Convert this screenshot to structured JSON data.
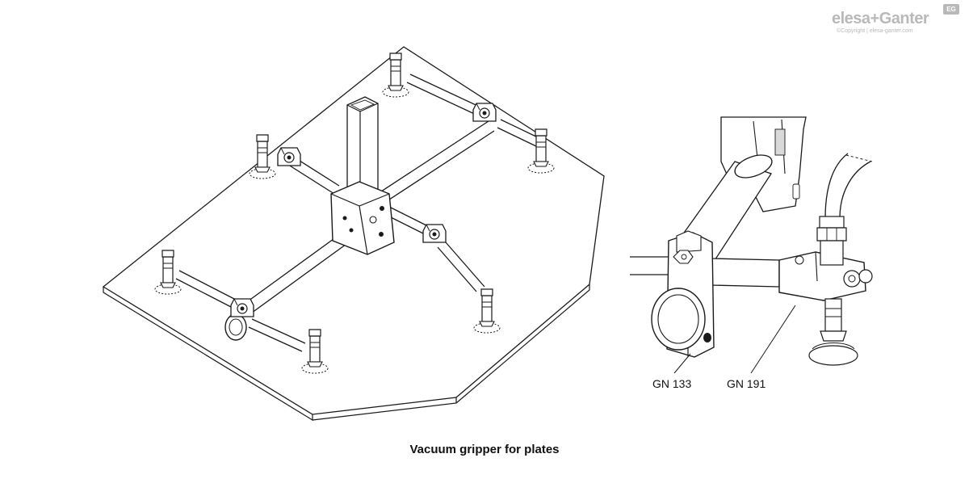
{
  "caption": "Vacuum gripper for plates",
  "brand": {
    "name": "elesa+Ganter",
    "badge": "EG",
    "copyright": "©Copyright | elesa-ganter.com",
    "color": "#b9b9b9"
  },
  "callouts": [
    {
      "id": "gn133",
      "label": "GN 133"
    },
    {
      "id": "gn191",
      "label": "GN 191"
    }
  ],
  "colors": {
    "line": "#1a1a1a",
    "fill": "#ffffff",
    "shade": "#d9d9d9"
  }
}
